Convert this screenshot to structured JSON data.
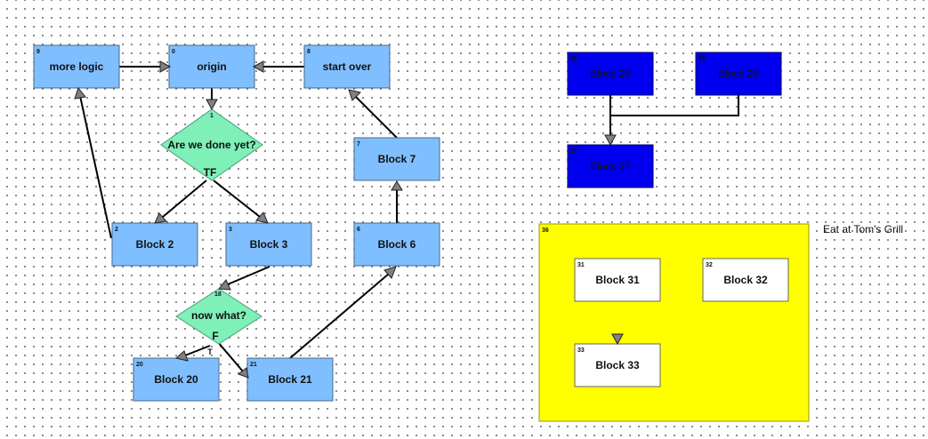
{
  "colors": {
    "block_fill": "#80bfff",
    "block_stroke": "#4a6a8a",
    "decision_fill": "#7ff0b8",
    "decision_stroke": "#4a9a78",
    "dark_block_fill": "#0000ee",
    "white_block_fill": "#ffffff",
    "group_fill": "#ffff00",
    "line": "#000000",
    "arrowhead": "#808080"
  },
  "blocks": {
    "b9": {
      "num": "9",
      "label": "more logic"
    },
    "b0": {
      "num": "0",
      "label": "origin"
    },
    "b8": {
      "num": "8",
      "label": "start over"
    },
    "b1": {
      "num": "1",
      "label": "Are we done yet?"
    },
    "b7": {
      "num": "7",
      "label": "Block 7"
    },
    "b2": {
      "num": "2",
      "label": "Block 2"
    },
    "b3": {
      "num": "3",
      "label": "Block 3"
    },
    "b6": {
      "num": "6",
      "label": "Block 6"
    },
    "b18": {
      "num": "18",
      "label": "now what?"
    },
    "b20": {
      "num": "20",
      "label": "Block 20"
    },
    "b21": {
      "num": "21",
      "label": "Block 21"
    },
    "b26": {
      "num": "26",
      "label": "Block 26"
    },
    "b28": {
      "num": "28",
      "label": "Block 28"
    },
    "b27": {
      "num": "27",
      "label": "Block 27"
    },
    "b36": {
      "num": "36"
    },
    "b31": {
      "num": "31",
      "label": "Block 31"
    },
    "b32": {
      "num": "32",
      "label": "Block 32"
    },
    "b33": {
      "num": "33",
      "label": "Block 33"
    }
  },
  "branch_labels": {
    "b1_tf": "TF",
    "b18_f": "F",
    "b18_t": "T"
  },
  "note": "Eat at Tom's Grill"
}
